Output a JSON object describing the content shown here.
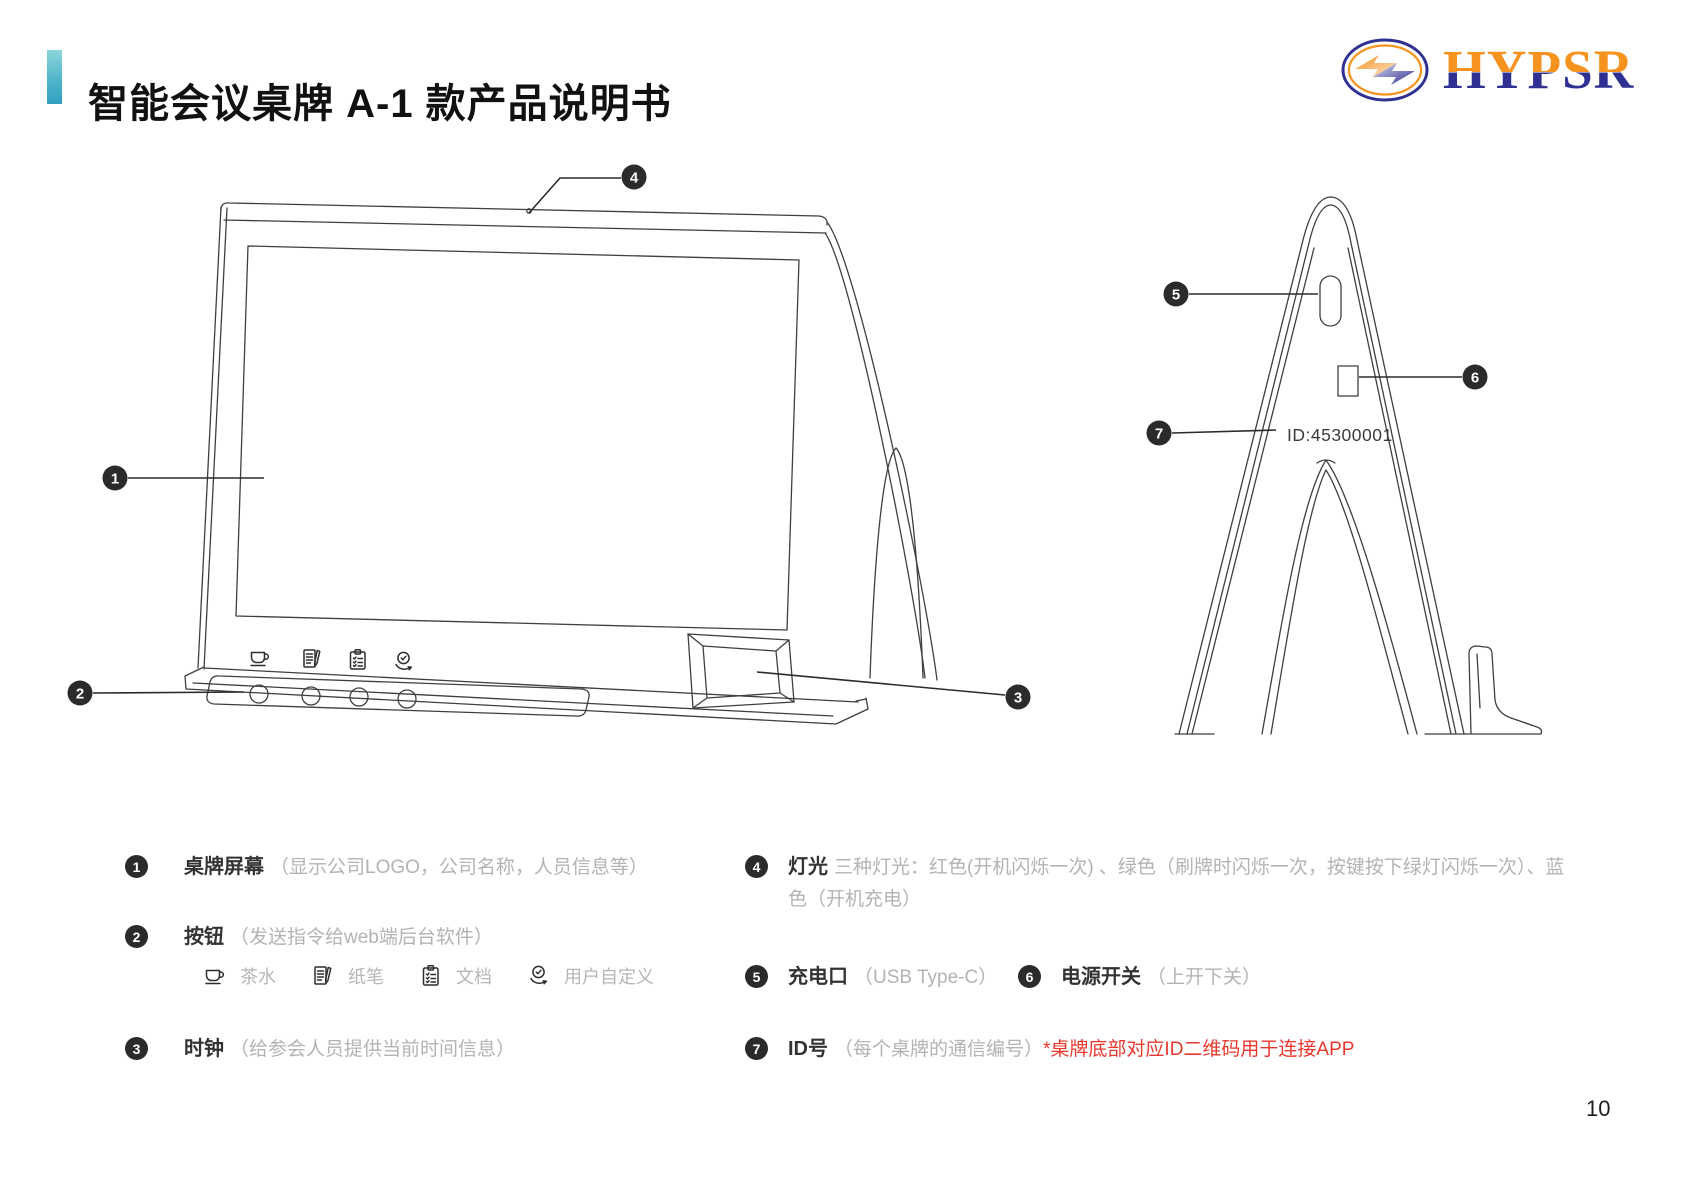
{
  "page": {
    "number": "10"
  },
  "header": {
    "title": "智能会议桌牌 A-1 款产品说明书",
    "logo_text": "HYPSR"
  },
  "diagram": {
    "device_id": "ID:45300001",
    "callouts": {
      "c1": "1",
      "c2": "2",
      "c3": "3",
      "c4": "4",
      "c5": "5",
      "c6": "6",
      "c7": "7"
    }
  },
  "legend": {
    "left": [
      {
        "num": "1",
        "label": "桌牌屏幕",
        "desc": "（显示公司LOGO，公司名称，人员信息等）"
      },
      {
        "num": "2",
        "label": "按钮",
        "desc": "（发送指令给web端后台软件）"
      },
      {
        "num": "3",
        "label": "时钟",
        "desc": "（给参会人员提供当前时间信息）"
      }
    ],
    "button_icons": [
      {
        "icon": "teacup-icon",
        "label": "茶水"
      },
      {
        "icon": "paper-pencil-icon",
        "label": "纸笔"
      },
      {
        "icon": "clipboard-icon",
        "label": "文档"
      },
      {
        "icon": "hand-check-icon",
        "label": "用户自定义"
      }
    ],
    "right": [
      {
        "num": "4",
        "label": "灯光",
        "desc": "三种灯光：红色(开机闪烁一次) 、绿色（刷牌时闪烁一次，按键按下绿灯闪烁一次）、蓝色（开机充电）"
      },
      {
        "num": "5",
        "label": "充电口",
        "desc": "（USB Type-C）"
      },
      {
        "num": "6",
        "label": "电源开关",
        "desc": "（上开下关）"
      },
      {
        "num": "7",
        "label": "ID号",
        "desc": "（每个桌牌的通信编号）",
        "note": "*桌牌底部对应ID二维码用于连接APP"
      }
    ]
  },
  "colors": {
    "accent_teal_top": "#8bd6da",
    "accent_teal_bottom": "#2f9fc0",
    "logo_orange": "#f6921e",
    "logo_blue": "#2e3192",
    "note_red": "#e8382d"
  }
}
